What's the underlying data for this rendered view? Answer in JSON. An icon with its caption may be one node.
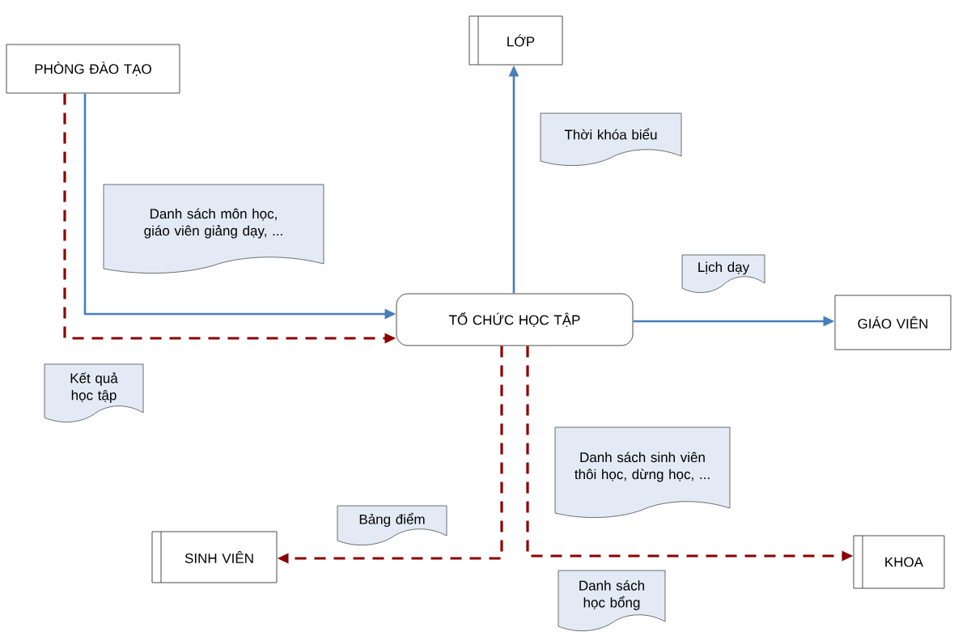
{
  "diagram": {
    "nodes": [
      {
        "text": [
          "PHÒNG ĐÀO TẠO"
        ]
      },
      {
        "text": [
          "LỚP"
        ]
      },
      {
        "text": [
          "TỔ CHỨC HỌC TẬP"
        ]
      },
      {
        "text": [
          "GIÁO VIÊN"
        ]
      },
      {
        "text": [
          "SINH VIÊN"
        ]
      },
      {
        "text": [
          "KHOA"
        ]
      },
      {
        "text": [
          "Thời khóa biểu"
        ]
      },
      {
        "text": [
          "Danh sách môn học, giáo viên giảng dạy, ..."
        ]
      },
      {
        "text": [
          "Lịch dạy"
        ]
      },
      {
        "text": [
          "Kết quả học tập"
        ]
      },
      {
        "text": [
          "Danh sách sinh viên thôi học, dừng học, ..."
        ]
      },
      {
        "text": [
          "Bảng điểm"
        ]
      },
      {
        "text": [
          "Danh sách học bổng"
        ]
      }
    ],
    "edges": [
      {
        "from": 0,
        "to": 2,
        "arrow": "to",
        "color": "#4a7ebb"
      },
      {
        "from": 0,
        "to": 2,
        "arrow": "to",
        "style": "dashed",
        "color": "#8b0000"
      },
      {
        "from": 2,
        "to": 1,
        "arrow": "to",
        "color": "#4a7ebb"
      },
      {
        "from": 2,
        "to": 3,
        "arrow": "to",
        "color": "#4a7ebb"
      },
      {
        "from": 2,
        "to": 4,
        "arrow": "to",
        "style": "dashed",
        "color": "#8b0000"
      },
      {
        "from": 2,
        "to": 5,
        "arrow": "to",
        "style": "dashed",
        "color": "#8b0000"
      }
    ]
  }
}
